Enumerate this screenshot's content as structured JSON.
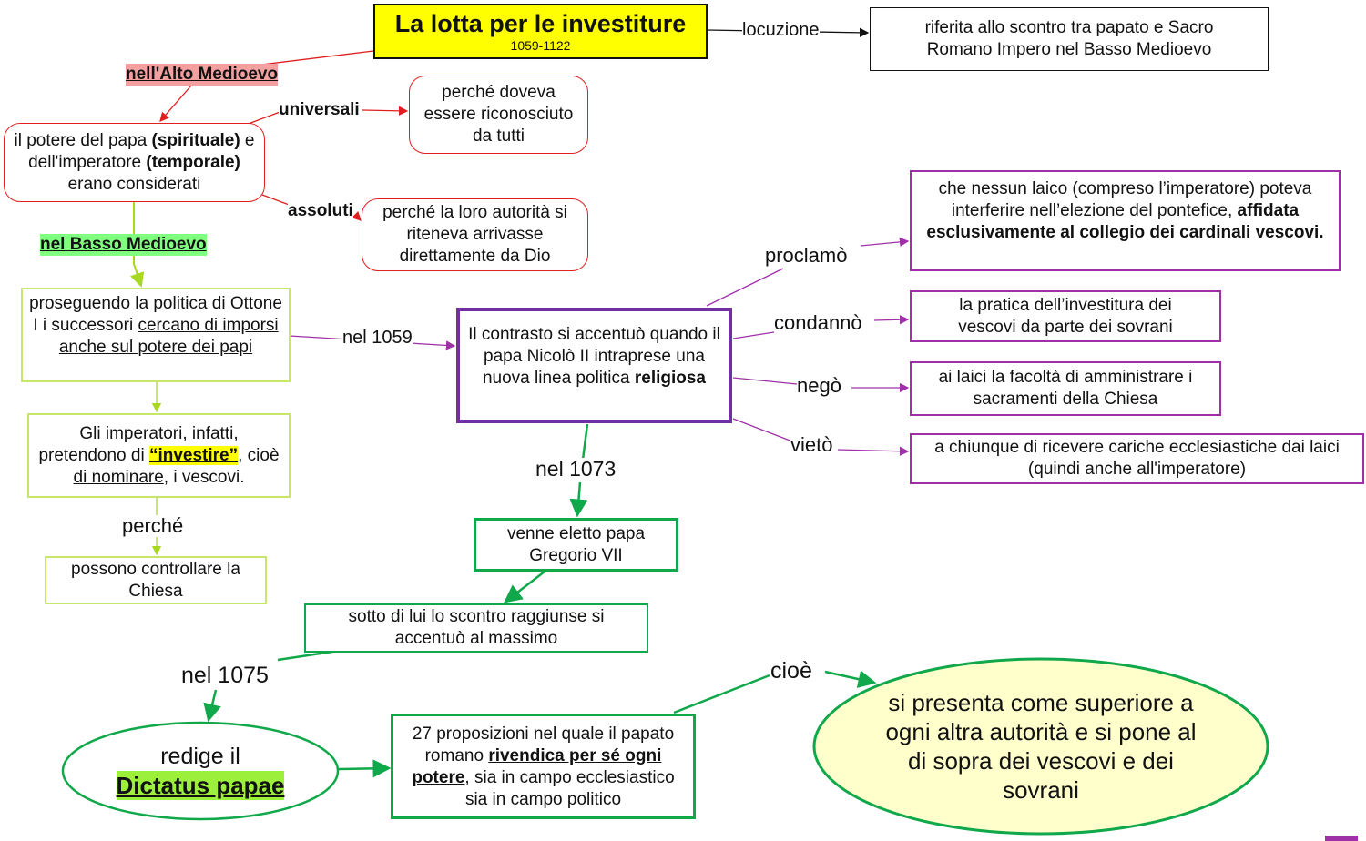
{
  "title": {
    "main": "La lotta per le investiture",
    "dates": "1059-1122"
  },
  "labels": {
    "locuzione": "locuzione",
    "alto": "nell'Alto  Medioevo",
    "universali": "universali",
    "assoluti": "assoluti",
    "basso": "nel  Basso  Medioevo",
    "nel1059": "nel 1059",
    "perche": "perché",
    "proclamo": "proclamò",
    "condanno": "condannò",
    "nego": "negò",
    "vieto": "vietò",
    "nel1073": "nel 1073",
    "nel1075": "nel 1075",
    "cioe": "cioè"
  },
  "nodes": {
    "definition": "riferita allo scontro tra papato e Sacro Romano Impero nel Basso Medioevo",
    "potere": {
      "a": "il potere del papa ",
      "b": "(spirituale)",
      "c": " e dell'imperatore ",
      "d": "(temporale)",
      "e": " erano considerati"
    },
    "universali_reason": "perché doveva essere riconosciuto da tutti",
    "assoluti_reason": "perché la loro autorità si riteneva arrivasse direttamente da Dio",
    "proseguendo": {
      "a": "proseguendo la politica di Ottone I i successori ",
      "b": "cercano di imporsi anche sul potere dei papi"
    },
    "imperatori": {
      "a": "Gli imperatori, infatti, pretendono di ",
      "b": "“investire”",
      "c": ", cioè ",
      "d": "di nominare",
      "e": ", i vescovi."
    },
    "possono": "possono controllare la Chiesa",
    "contrasto": {
      "a": "Il contrasto si accentuò quando il papa Nicolò II intraprese una nuova linea politica ",
      "b": "religiosa"
    },
    "proclamo": {
      "a": "che nessun laico (compreso l’imperatore) poteva interferire nell’elezione del pontefice, ",
      "b": "affidata esclusivamente al collegio dei cardinali vescovi."
    },
    "condanno": "la pratica dell’investitura dei vescovi da parte dei sovrani",
    "nego": "ai laici la facoltà di amministrare i sacramenti della Chiesa",
    "vieto": "a chiunque di ricevere cariche ecclesiastiche dai laici (quindi anche all'imperatore)",
    "gregorio": "venne eletto papa Gregorio VII",
    "sotto": "sotto di lui lo scontro raggiunse si accentuò al massimo",
    "dictatus": {
      "a": "redige il",
      "b": "Dictatus  papae"
    },
    "proposizioni": {
      "a": "27 proposizioni nel quale il papato romano ",
      "b": "rivendica per sé ogni potere",
      "c": ", sia in campo ecclesiastico sia in campo politico"
    },
    "superiore": "si presenta come superiore a ogni altra autorità e si pone al di sopra dei vescovi e dei sovrani"
  },
  "colors": {
    "title_bg": "#ffff00",
    "red": "#e02020",
    "purple": "#7030a0",
    "green": "#10a84a",
    "lightgreen": "#c8e66a",
    "ellipse_fill": "#ffffcc"
  }
}
